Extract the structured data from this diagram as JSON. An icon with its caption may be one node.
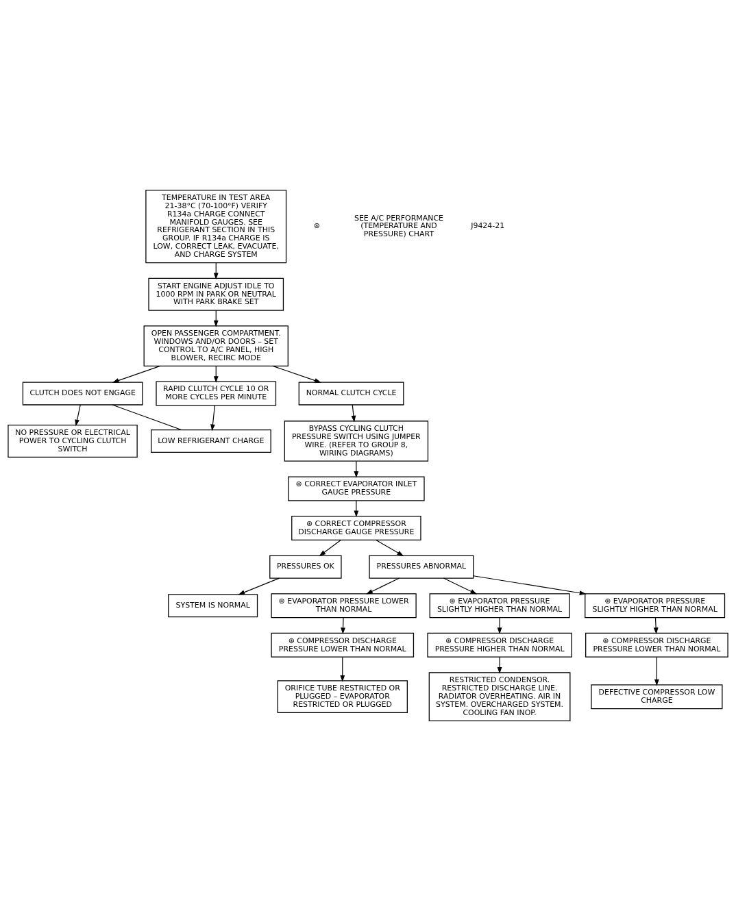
{
  "diagram": {
    "nodes": [
      {
        "text": [
          "TEMPERATURE IN TEST AREA 21-38°C (70-100°F) VERIFY R134a CHARGE CONNECT MANIFOLD GAUGES. SEE REFRIGERANT SECTION IN THIS GROUP. IF R134a CHARGE IS LOW, CORRECT LEAK, EVACUATE, AND CHARGE SYSTEM"
        ]
      },
      {
        "text": [
          "START ENGINE ADJUST IDLE TO 1000 RPM IN PARK OR NEUTRAL WITH PARK BRAKE SET"
        ]
      },
      {
        "text": [
          "OPEN PASSENGER COMPARTMENT. WINDOWS AND/OR DOORS – SET CONTROL TO A/C PANEL, HIGH BLOWER, RECIRC MODE"
        ]
      },
      {
        "text": [
          "CLUTCH DOES NOT ENGAGE"
        ]
      },
      {
        "text": [
          "NO PRESSURE OR ELECTRICAL POWER TO CYCLING CLUTCH SWITCH"
        ]
      },
      {
        "text": [
          "NORMAL CLUTCH CYCLE"
        ]
      },
      {
        "text": [
          "RAPID CLUTCH CYCLE 10 OR MORE CYCLES PER MINUTE"
        ]
      },
      {
        "text": [
          "LOW REFRIGERANT CHARGE"
        ]
      },
      {
        "text": [
          "BYPASS CYCLING CLUTCH PRESSURE SWITCH USING JUMPER WIRE. (REFER TO GROUP 8, WIRING DIAGRAMS)"
        ]
      },
      {
        "text": [
          "PRESSURES OK"
        ]
      },
      {
        "text": [
          "SYSTEM IS NORMAL"
        ]
      },
      {
        "text": [
          "⊛ CORRECT EVAPORATOR INLET GAUGE PRESSURE"
        ]
      },
      {
        "text": [
          "⊛ CORRECT COMPRESSOR DISCHARGE GAUGE PRESSURE"
        ]
      },
      {
        "text": [
          "PRESSURES ABNORMAL"
        ]
      },
      {
        "text": [
          "⊛ EVAPORATOR PRESSURE LOWER THAN NORMAL"
        ]
      },
      {
        "text": [
          "⊛ COMPRESSOR DISCHARGE PRESSURE LOWER THAN NORMAL"
        ]
      },
      {
        "text": [
          "ORIFICE TUBE RESTRICTED OR PLUGGED – EVAPORATOR RESTRICTED OR PLUGGED"
        ]
      },
      {
        "text": [
          "⊛ EVAPORATOR PRESSURE SLIGHTLY HIGHER THAN NORMAL"
        ]
      },
      {
        "text": [
          "⊛ COMPRESSOR DISCHARGE PRESSURE HIGHER THAN NORMAL"
        ]
      },
      {
        "text": [
          "RESTRICTED CONDENSOR. RESTRICTED DISCHARGE LINE. RADIATOR OVERHEATING. AIR IN SYSTEM. OVERCHARGED SYSTEM. COOLING FAN INOP."
        ]
      },
      {
        "text": [
          "⊛ EVAPORATOR PRESSURE SLIGHTLY HIGHER THAN NORMAL"
        ]
      },
      {
        "text": [
          "⊛ COMPRESSOR DISCHARGE PRESSURE LOWER THAN NORMAL"
        ]
      },
      {
        "text": [
          "DEFECTIVE COMPRESSOR LOW CHARGE"
        ]
      }
    ],
    "edges": [
      {
        "from": 0,
        "to": 1,
        "arrow": "to"
      },
      {
        "from": 1,
        "to": 2,
        "arrow": "to"
      },
      {
        "from": 2,
        "to": 3,
        "arrow": "to"
      },
      {
        "from": 3,
        "to": 4,
        "arrow": "to"
      },
      {
        "from": 2,
        "to": 5,
        "arrow": "to"
      },
      {
        "from": 2,
        "to": 6,
        "arrow": "to"
      },
      {
        "from": 6,
        "to": 7,
        "arrow": "to"
      },
      {
        "from": 3,
        "to": 7,
        "arrow": "none"
      },
      {
        "from": 5,
        "to": 8,
        "arrow": "to"
      },
      {
        "from": 8,
        "to": 11,
        "arrow": "to"
      },
      {
        "from": 11,
        "to": 12,
        "arrow": "to"
      },
      {
        "from": 12,
        "to": 9,
        "arrow": "to"
      },
      {
        "from": 9,
        "to": 10,
        "arrow": "to"
      },
      {
        "from": 12,
        "to": 13,
        "arrow": "to"
      },
      {
        "from": 13,
        "to": 14,
        "arrow": "to"
      },
      {
        "from": 13,
        "to": 17,
        "arrow": "to"
      },
      {
        "from": 13,
        "to": 20,
        "arrow": "to"
      },
      {
        "from": 14,
        "to": 15,
        "arrow": "to"
      },
      {
        "from": 15,
        "to": 16,
        "arrow": "to"
      },
      {
        "from": 17,
        "to": 18,
        "arrow": "to"
      },
      {
        "from": 18,
        "to": 19,
        "arrow": "to"
      },
      {
        "from": 20,
        "to": 21,
        "arrow": "to"
      },
      {
        "from": 21,
        "to": 22,
        "arrow": "to"
      }
    ],
    "labels": [
      "⊛",
      "SEE A/C PERFORMANCE (TEMPERATURE AND PRESSURE) CHART",
      "J9424-21"
    ]
  }
}
